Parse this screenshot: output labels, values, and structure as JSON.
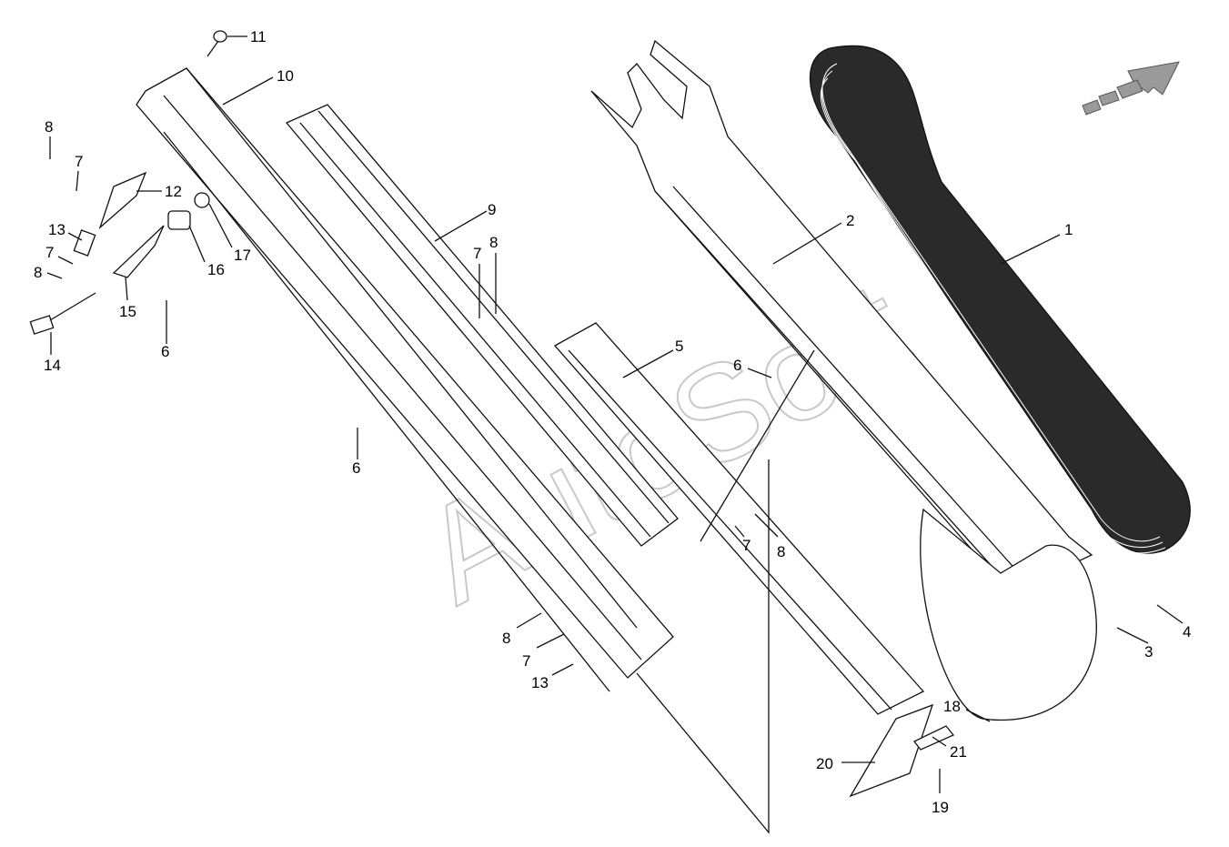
{
  "watermark": "AutoSoft",
  "colors": {
    "ink": "#111111",
    "belt": "#2a2a2a",
    "arrow": "#9a9a9a",
    "watermark": "#c8c8c8"
  },
  "callouts": [
    "1",
    "2",
    "3",
    "4",
    "5",
    "6",
    "6",
    "6",
    "7",
    "7",
    "7",
    "7",
    "7",
    "8",
    "8",
    "8",
    "8",
    "8",
    "9",
    "10",
    "11",
    "12",
    "13",
    "13",
    "14",
    "15",
    "16",
    "17",
    "18",
    "19",
    "20",
    "21"
  ]
}
